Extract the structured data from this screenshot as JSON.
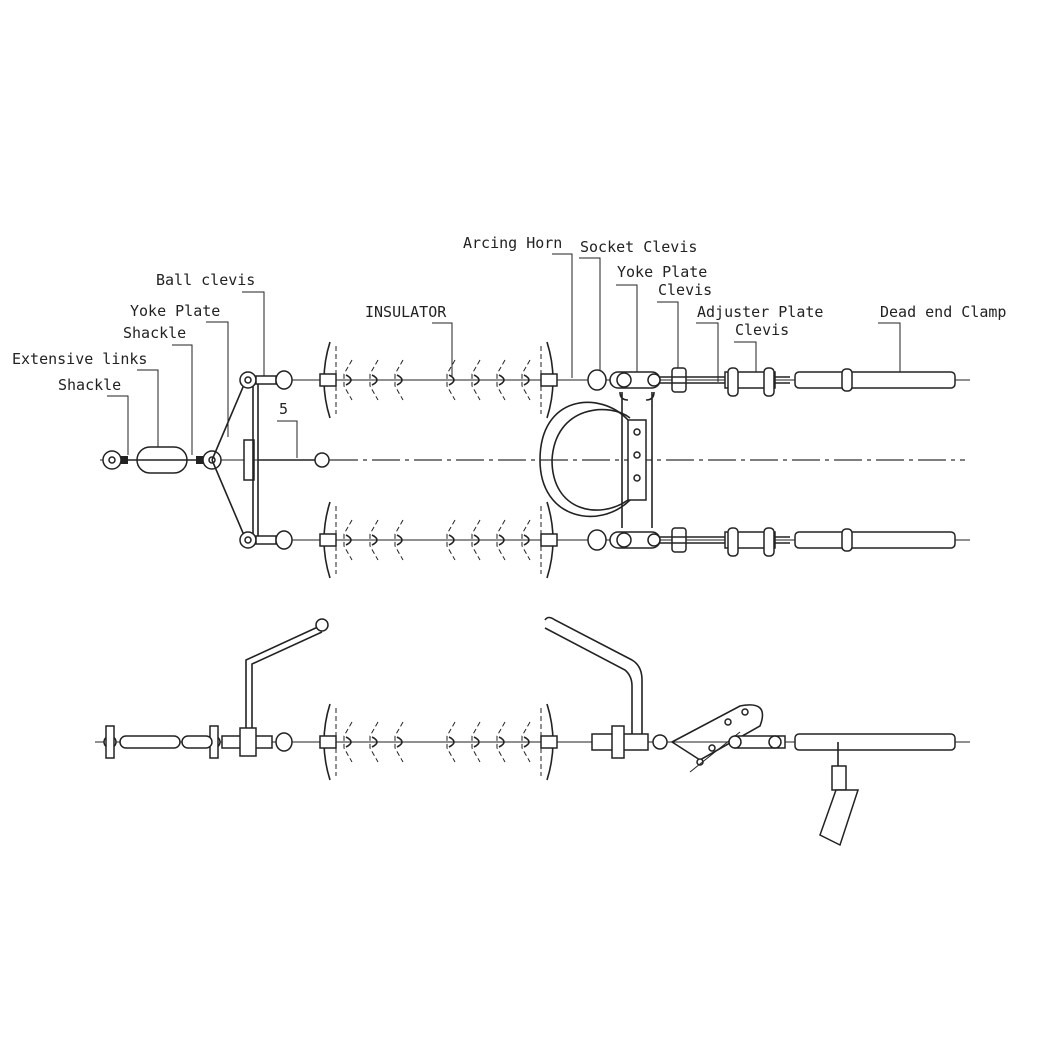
{
  "diagram": {
    "title": "Double tension insulator string assembly",
    "labels": {
      "arcing_horn": "Arcing Horn",
      "socket_clevis": "Socket Clevis",
      "yoke_plate_right": "Yoke Plate",
      "clevis_right_1": "Clevis",
      "adjuster_plate": "Adjuster Plate",
      "clevis_right_2": "Clevis",
      "dead_end_clamp": "Dead end Clamp",
      "ball_clevis": "Ball clevis",
      "yoke_plate_left": "Yoke Plate",
      "shackle_upper": "Shackle",
      "extensive_links": "Extensive links",
      "shackle_lower": "Shackle",
      "insulator": "INSULATOR",
      "item_5": "5"
    }
  }
}
